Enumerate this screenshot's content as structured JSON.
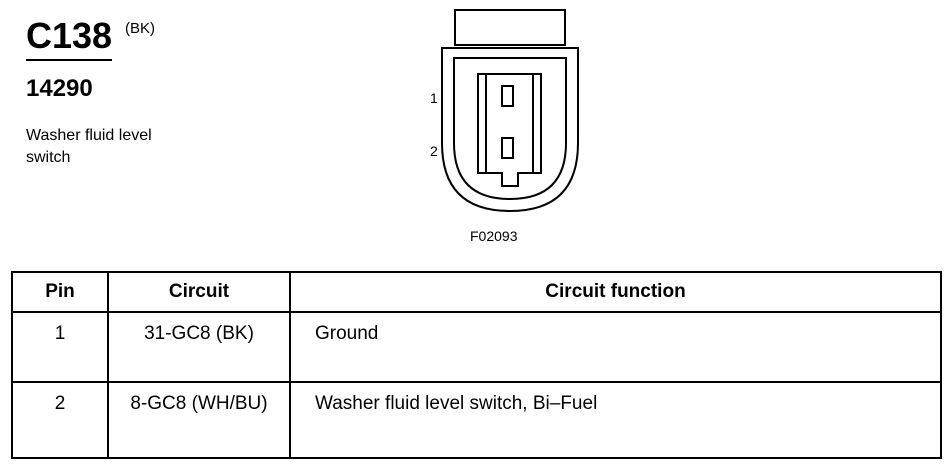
{
  "header": {
    "connector_id": "C138",
    "color_code": "(BK)",
    "part_number": "14290",
    "description": "Washer fluid level switch"
  },
  "drawing": {
    "pin_labels": [
      "1",
      "2"
    ],
    "figure_code": "F02093"
  },
  "table": {
    "columns": [
      "Pin",
      "Circuit",
      "Circuit function"
    ],
    "rows": [
      {
        "pin": "1",
        "circuit": "31-GC8 (BK)",
        "function": "Ground"
      },
      {
        "pin": "2",
        "circuit": "8-GC8 (WH/BU)",
        "function": "Washer fluid level switch, Bi–Fuel"
      }
    ]
  }
}
